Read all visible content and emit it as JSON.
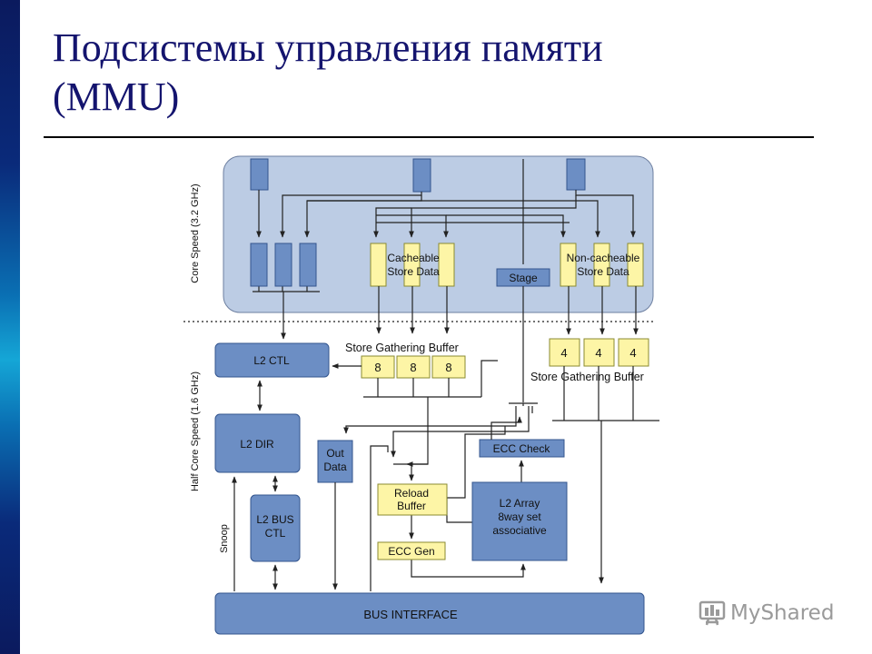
{
  "slide": {
    "title_line1": "Подсистемы управления памяти",
    "title_line2": "(MMU)"
  },
  "diagram": {
    "core_speed_label": "Core Speed (3.2 GHz)",
    "half_speed_label": "Half Core Speed (1.6 GHz)",
    "cacheable_store_data": [
      "Cacheable",
      "Store Data"
    ],
    "noncacheable_store_data": [
      "Non-cacheable",
      "Store Data"
    ],
    "stage": "Stage",
    "l2_ctl": "L2 CTL",
    "l2_dir": "L2 DIR",
    "l2_bus_ctl": [
      "L2 BUS",
      "CTL"
    ],
    "out_data": [
      "Out",
      "Data"
    ],
    "snoop": "Snoop",
    "store_gathering_buffer_left": "Store Gathering Buffer",
    "store_gathering_buffer_right": "Store Gathering Buffer",
    "sgb_left_values": [
      "8",
      "8",
      "8"
    ],
    "sgb_right_values": [
      "4",
      "4",
      "4"
    ],
    "ecc_check": "ECC Check",
    "reload_buffer": [
      "Reload",
      "Buffer"
    ],
    "ecc_gen": "ECC Gen",
    "l2_array": [
      "L2 Array",
      "8way set",
      "associative"
    ],
    "bus_interface": "BUS INTERFACE"
  },
  "watermark": {
    "text": "MyShared",
    "icon": "myshared-logo-icon"
  },
  "colors": {
    "title": "#14146e",
    "blue_box": "#6c8ec4",
    "blue_border": "#33558e",
    "yellow_box": "#fdf5a6",
    "core_region": "#bccce4"
  }
}
